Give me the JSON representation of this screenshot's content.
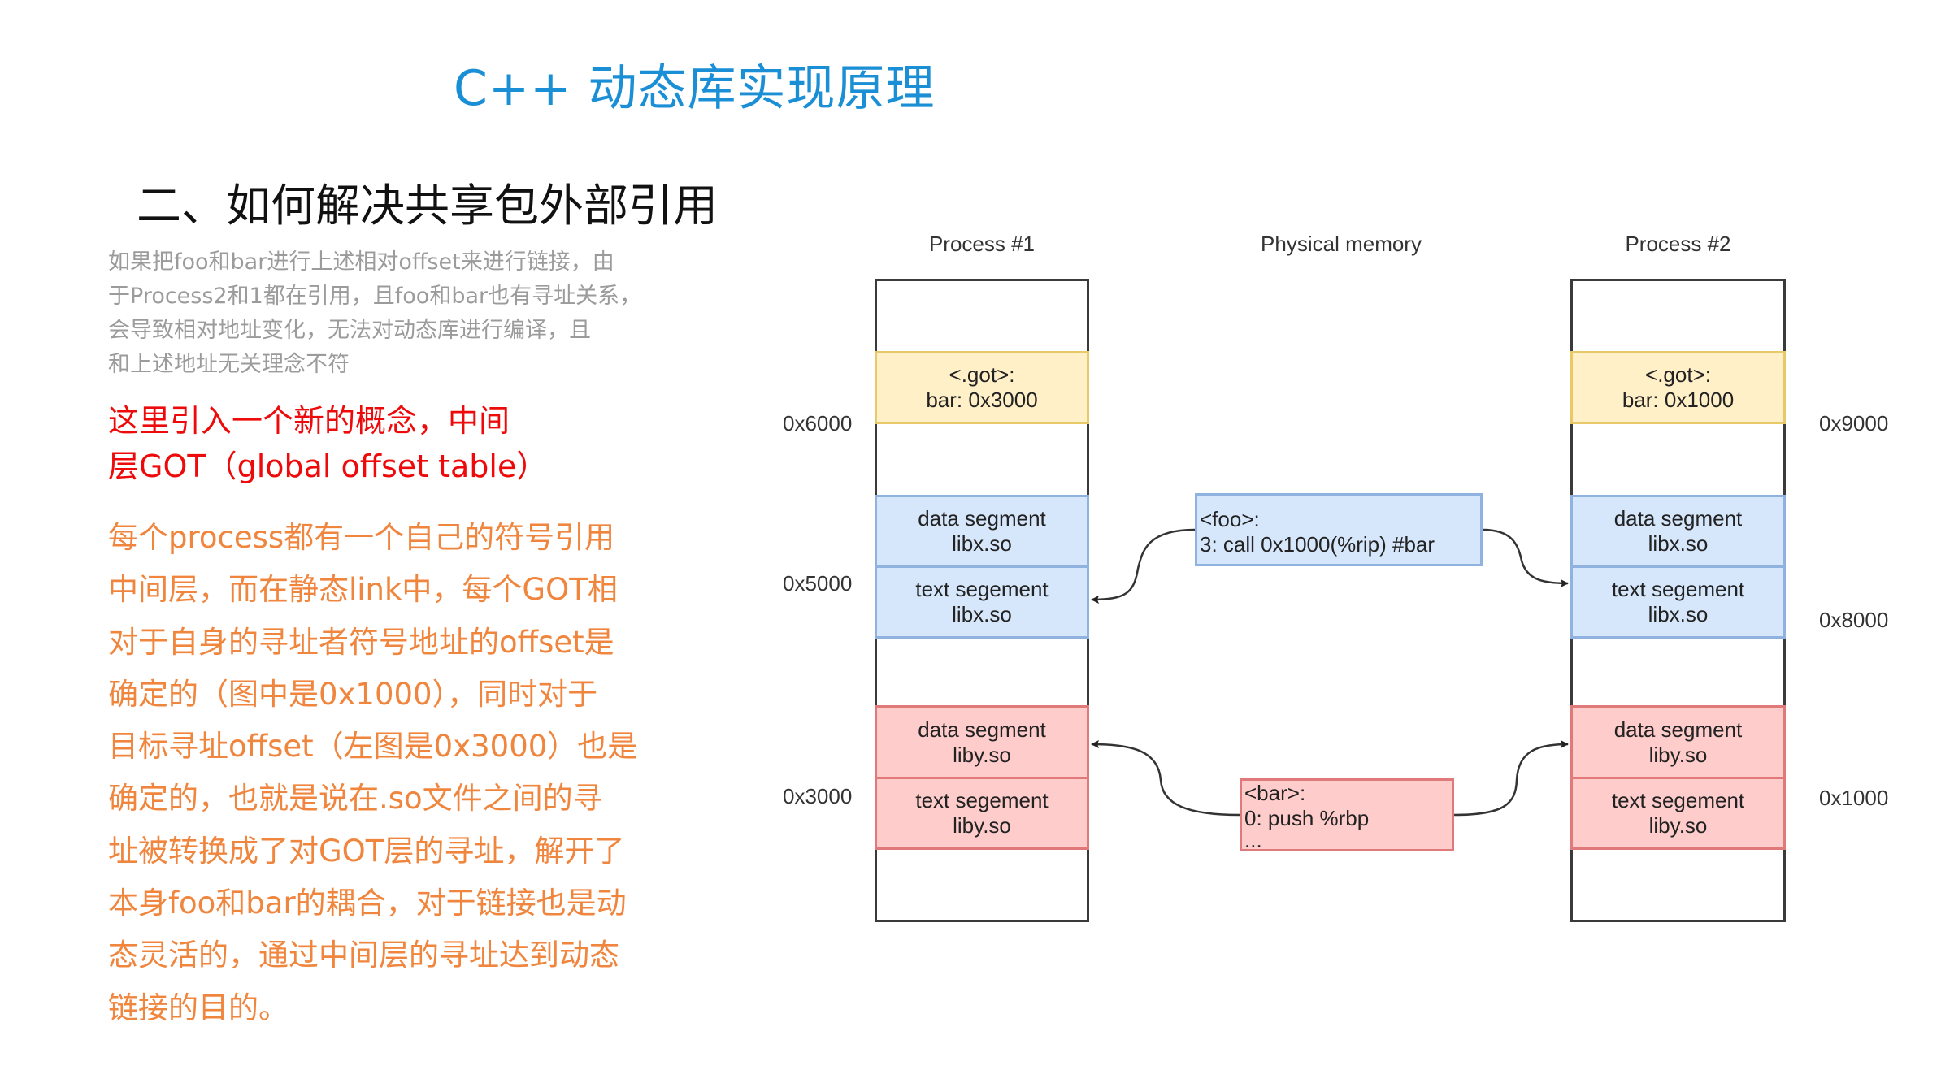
{
  "header": {
    "title": "C++ 动态库实现原理"
  },
  "section": {
    "heading": "二、如何解决共享包外部引用",
    "gray_paragraph_lines": [
      "如果把foo和bar进行上述相对offset来进行链接，由",
      "于Process2和1都在引用，且foo和bar也有寻址关系，",
      "会导致相对地址变化，无法对动态库进行编译，且",
      "和上述地址无关理念不符"
    ],
    "red_paragraph_lines": [
      "这里引入一个新的概念，中间",
      "层GOT（global offset table）"
    ],
    "orange_paragraph_lines": [
      "每个process都有一个自己的符号引用",
      "中间层，而在静态link中，每个GOT相",
      "对于自身的寻址者符号地址的offset是",
      "确定的（图中是0x1000），同时对于",
      "目标寻址offset（左图是0x3000）也是",
      "确定的，也就是说在.so文件之间的寻",
      "址被转换成了对GOT层的寻址，解开了",
      "本身foo和bar的耦合，对于链接也是动",
      "态灵活的，通过中间层的寻址达到动态",
      "链接的目的。"
    ]
  },
  "colors": {
    "title": "#1a8fd6",
    "red_text": "#ee0a0a",
    "orange_text": "#f0863e",
    "gray_text": "#9b9b9b",
    "got_fill": "#fff0c8",
    "libx_fill": "#d6e7fb",
    "liby_fill": "#ffcccc"
  },
  "diagram": {
    "process1": {
      "label": "Process #1",
      "got": {
        "line1": "<.got>:",
        "line2": "bar: 0x3000"
      },
      "libx_data": {
        "line1": "data segment",
        "line2": "libx.so"
      },
      "libx_text": {
        "line1": "text segement",
        "line2": "libx.so"
      },
      "liby_data": {
        "line1": "data segment",
        "line2": "liby.so"
      },
      "liby_text": {
        "line1": "text segement",
        "line2": "liby.so"
      },
      "addresses": {
        "got": "0x6000",
        "libx": "0x5000",
        "liby": "0x3000"
      }
    },
    "physical": {
      "label": "Physical memory",
      "foo": {
        "line1": "<foo>:",
        "line2": "3: call 0x1000(%rip)  #bar"
      },
      "bar": {
        "line1": "<bar>:",
        "line2": "0: push %rbp",
        "line3": "..."
      }
    },
    "process2": {
      "label": "Process #2",
      "got": {
        "line1": "<.got>:",
        "line2": "bar: 0x1000"
      },
      "libx_data": {
        "line1": "data segment",
        "line2": "libx.so"
      },
      "libx_text": {
        "line1": "text segement",
        "line2": "libx.so"
      },
      "liby_data": {
        "line1": "data segment",
        "line2": "liby.so"
      },
      "liby_text": {
        "line1": "text segement",
        "line2": "liby.so"
      },
      "addresses": {
        "got": "0x9000",
        "libx": "0x8000",
        "liby": "0x1000"
      }
    }
  }
}
